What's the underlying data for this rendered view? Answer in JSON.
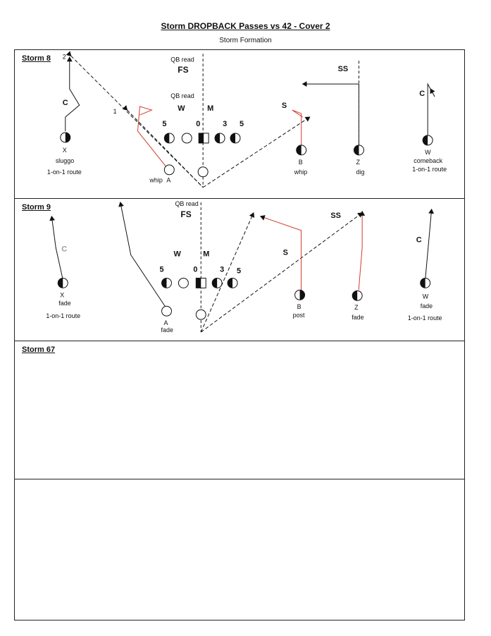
{
  "title": "Storm DROPBACK Passes vs 42 - Cover 2",
  "subtitle": "Storm Formation",
  "colors": {
    "line": "#111111",
    "route_red": "#d23a2a",
    "gray_label": "#9a9a9a"
  },
  "panels": [
    {
      "name": "Storm 8",
      "labels": {
        "qb_read_1": "QB read",
        "fs": "FS",
        "qb_read_2": "QB read",
        "w": "W",
        "m": "M",
        "ss": "SS",
        "s": "S",
        "c_left": "C",
        "c_right": "C",
        "d5l": "5",
        "d0": "0",
        "d3": "3",
        "d5r": "5",
        "x": "X",
        "x_route": "sluggo",
        "x_note": "1-on-1 route",
        "a": "A",
        "a_route": "whip",
        "b": "B",
        "b_route": "whip",
        "z": "Z",
        "z_route": "dig",
        "w_rec": "W",
        "w_route": "comeback",
        "w_note": "1-on-1 route",
        "read1": "1",
        "read2": "2"
      }
    },
    {
      "name": "Storm 9",
      "labels": {
        "qb_read": "QB read",
        "fs": "FS",
        "ss": "SS",
        "w": "W",
        "m": "M",
        "s": "S",
        "c_left": "C",
        "c_right": "C",
        "d5l": "5",
        "d0": "0",
        "d3": "3",
        "d5r": "5",
        "x": "X",
        "x_route": "fade",
        "x_note": "1-on-1 route",
        "a": "A",
        "a_route": "fade",
        "b": "B",
        "b_route": "post",
        "z": "Z",
        "z_route": "fade",
        "w_rec": "W",
        "w_route": "fade",
        "w_note": "1-on-1 route"
      }
    },
    {
      "name": "Storm 67"
    },
    {
      "name": ""
    }
  ]
}
